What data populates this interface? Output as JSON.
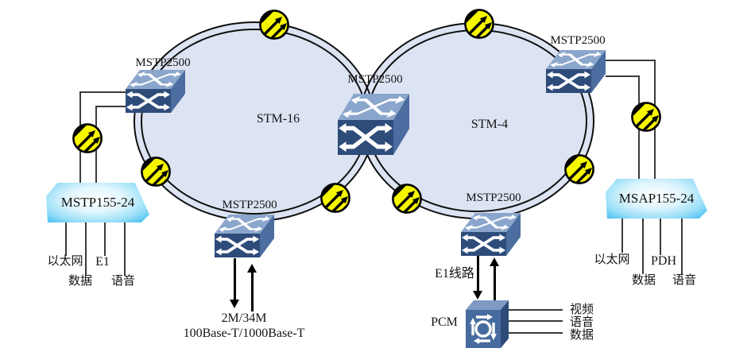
{
  "rings": [
    {
      "label": "STM-16"
    },
    {
      "label": "STM-4"
    }
  ],
  "nodes": [
    {
      "label": "MSTP2500"
    },
    {
      "label": "MSTP2500"
    },
    {
      "label": "MSTP2500"
    },
    {
      "label": "MSTP2500"
    },
    {
      "label": "MSTP2500"
    }
  ],
  "devices": [
    {
      "label": "MSTP155-24",
      "ports": [
        "以太网",
        "数据",
        "E1",
        "语音"
      ]
    },
    {
      "label": "MSAP155-24",
      "ports": [
        "以太网",
        "数据",
        "PDH",
        "语音"
      ]
    }
  ],
  "pcm": {
    "label": "PCM",
    "ports": [
      "视频",
      "语音",
      "数据"
    ]
  },
  "annotations": {
    "tributary": "2M/34M",
    "ethernet": "100Base-T/1000Base-T",
    "e1_line": "E1线路"
  },
  "icons": {
    "fiber": "fiber-link-icon",
    "cross_connect": "cross-connect-icon",
    "pcm_mux": "pcm-multiplexer-icon"
  },
  "colors": {
    "ring_fill": "#dce4f3",
    "ring_stroke": "#101010",
    "node_front": "#2e4c7a",
    "node_top": "#8ba6cc",
    "node_side": "#4c6da0",
    "pcm_front": "#476b9e",
    "fiber_yellow": "#f6f600",
    "device_cyan": "#2fb2e9"
  }
}
